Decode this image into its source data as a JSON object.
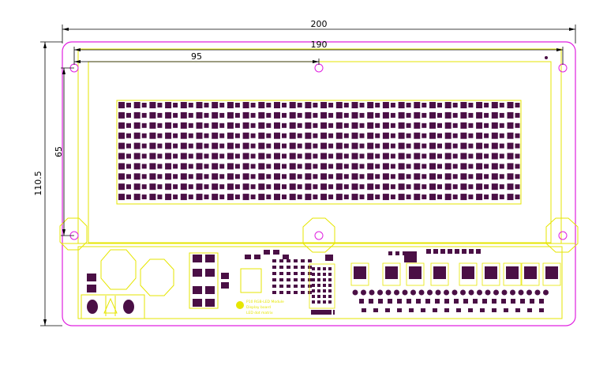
{
  "dimensions": {
    "overall_width": "200",
    "hole_span": "190",
    "hole_half": "95",
    "hole_vertical": "65",
    "overall_height": "110.5"
  },
  "colors": {
    "board_outline": "#e020e0",
    "silkscreen": "#e6e600",
    "pad": "#4a0f45",
    "dimension_line": "#000000",
    "background": "#ffffff"
  },
  "led_matrix": {
    "rows": 10,
    "columns": 26
  },
  "mounting_holes": 6,
  "silkscreen_text": {
    "board_name_line1": "P10 RGB-LED Module",
    "board_name_line2": "Display board",
    "board_name_line3": "LED dot matrix"
  }
}
